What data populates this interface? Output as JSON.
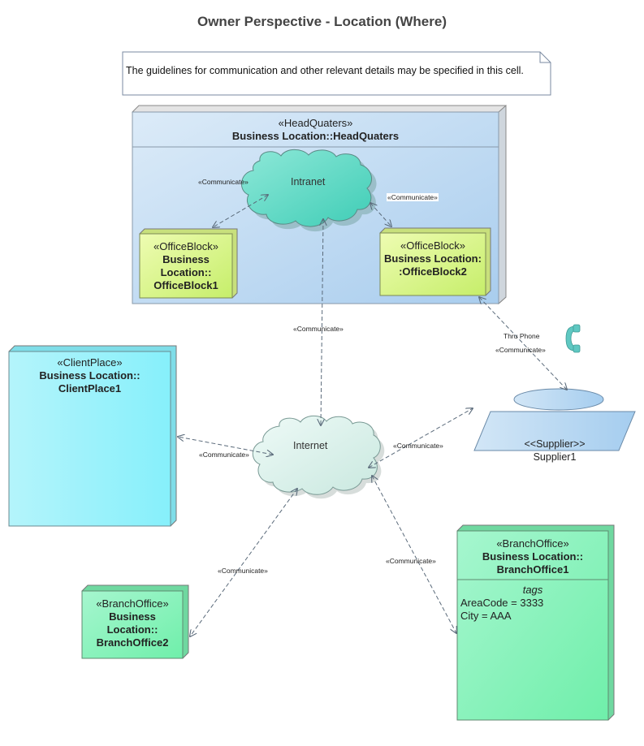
{
  "title": "Owner Perspective - Location (Where)",
  "note": "The  guidelines for communication and other relevant details may be specified in this cell.",
  "headquarters": {
    "stereotype": "«HeadQuaters»",
    "name": "Business Location::HeadQuaters"
  },
  "intranet": {
    "label": "Intranet"
  },
  "internet": {
    "label": "Internet"
  },
  "officeblock1": {
    "stereotype": "«OfficeBlock»",
    "name_l1": "Business",
    "name_l2": "Location::",
    "name_l3": "OfficeBlock1"
  },
  "officeblock2": {
    "stereotype": "«OfficeBlock»",
    "name_l1": "Business Location:",
    "name_l2": ":OfficeBlock2"
  },
  "clientplace": {
    "stereotype": "«ClientPlace»",
    "name_l1": "Business Location::",
    "name_l2": "ClientPlace1"
  },
  "supplier": {
    "stereotype": "<<Supplier>>",
    "name": "Supplier1"
  },
  "branchoffice1": {
    "stereotype": "«BranchOffice»",
    "name_l1": "Business Location::",
    "name_l2": "BranchOffice1",
    "tags_header": "tags",
    "tag1": "AreaCode = 3333",
    "tag2": "City = AAA"
  },
  "branchoffice2": {
    "stereotype": "«BranchOffice»",
    "name_l1": "Business",
    "name_l2": "Location::",
    "name_l3": "BranchOffice2"
  },
  "connectors": {
    "communicate": "«Communicate»",
    "thru_phone": "Thru Phone"
  },
  "colors": {
    "hq_fill": "#c9e1f4",
    "officeblock": "#ddf59a",
    "clientplace": "#a0f5ff",
    "branch": "#92f4c2",
    "cloud_intranet": "#5fd8c4",
    "cloud_internet": "#e0f2ee",
    "supplier": "#b8d8f1",
    "line": "#5a6a7a"
  }
}
